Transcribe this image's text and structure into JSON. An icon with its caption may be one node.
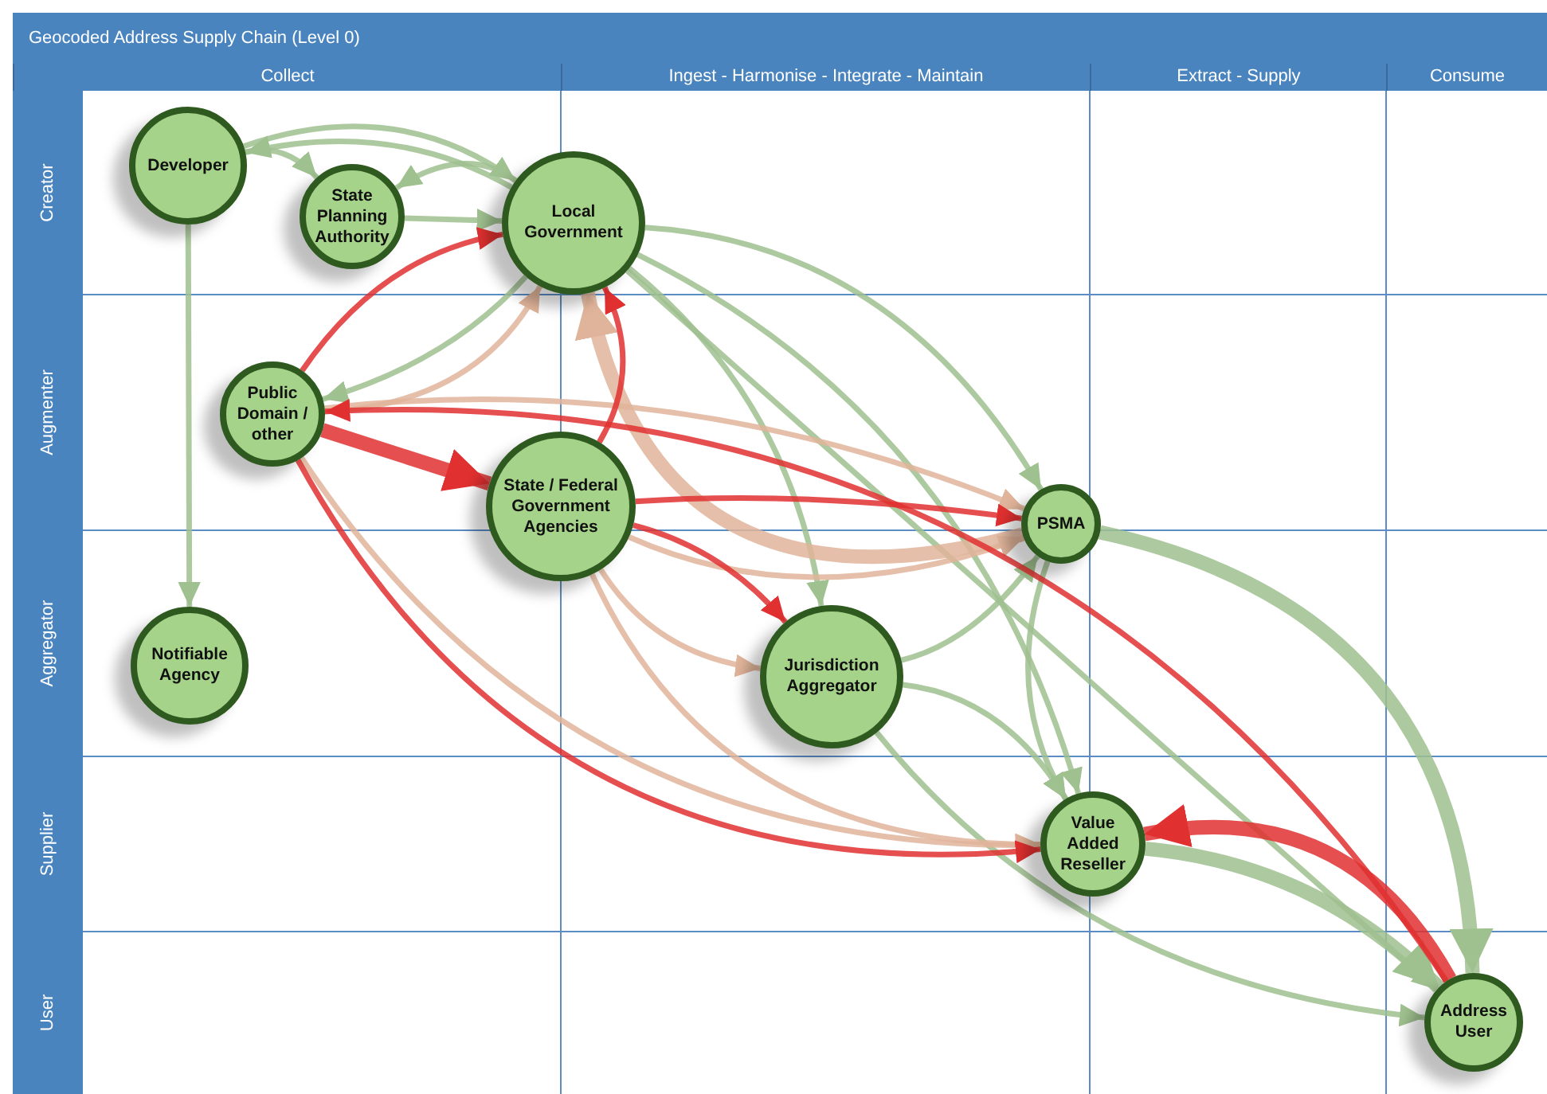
{
  "diagram": {
    "title": "Geocoded Address Supply Chain (Level 0)",
    "nodes": [
      {
        "text": [
          "Developer"
        ]
      },
      {
        "text": [
          "State Planning Authority"
        ]
      },
      {
        "text": [
          "Local Government"
        ]
      },
      {
        "text": [
          "Public Domain / other"
        ]
      },
      {
        "text": [
          "State / Federal Government Agencies"
        ]
      },
      {
        "text": [
          "PSMA"
        ]
      },
      {
        "text": [
          "Notifiable Agency"
        ]
      },
      {
        "text": [
          "Jurisdiction Aggregator"
        ]
      },
      {
        "text": [
          "Value Added Reseller"
        ]
      },
      {
        "text": [
          "Address User"
        ]
      }
    ],
    "edges": [
      {
        "from": 0,
        "to": 6,
        "arrow": "to"
      },
      {
        "from": 0,
        "to": 1,
        "arrow": "to"
      },
      {
        "from": 0,
        "to": 2,
        "arrow": "to"
      },
      {
        "from": 1,
        "to": 2,
        "arrow": "to"
      },
      {
        "from": 2,
        "to": 0,
        "arrow": "to"
      },
      {
        "from": 2,
        "to": 1,
        "arrow": "to"
      },
      {
        "from": 2,
        "to": 3,
        "arrow": "to"
      },
      {
        "from": 2,
        "to": 7,
        "arrow": "to"
      },
      {
        "from": 2,
        "to": 5,
        "arrow": "to"
      },
      {
        "from": 2,
        "to": 8,
        "arrow": "to"
      },
      {
        "from": 2,
        "to": 9,
        "arrow": "to"
      },
      {
        "from": 7,
        "to": 5,
        "arrow": "to"
      },
      {
        "from": 7,
        "to": 8,
        "arrow": "to"
      },
      {
        "from": 7,
        "to": 9,
        "arrow": "to"
      },
      {
        "from": 5,
        "to": 8,
        "arrow": "to"
      },
      {
        "from": 5,
        "to": 9,
        "arrow": "to",
        "style": "thick"
      },
      {
        "from": 8,
        "to": 9,
        "arrow": "to",
        "style": "thick"
      },
      {
        "from": 5,
        "to": 2,
        "arrow": "to",
        "style": "thick",
        "color": "#e0b49a"
      },
      {
        "from": 3,
        "to": 2,
        "arrow": "to",
        "color": "#e0b49a"
      },
      {
        "from": 3,
        "to": 5,
        "arrow": "to",
        "color": "#e0b49a"
      },
      {
        "from": 3,
        "to": 8,
        "arrow": "to",
        "color": "#e0b49a"
      },
      {
        "from": 4,
        "to": 5,
        "arrow": "to",
        "color": "#e0b49a"
      },
      {
        "from": 4,
        "to": 7,
        "arrow": "to",
        "color": "#e0b49a"
      },
      {
        "from": 4,
        "to": 8,
        "arrow": "to",
        "color": "#e0b49a"
      },
      {
        "from": 3,
        "to": 2,
        "arrow": "to",
        "color": "#e03030"
      },
      {
        "from": 3,
        "to": 4,
        "arrow": "to",
        "style": "thick",
        "color": "#e03030"
      },
      {
        "from": 4,
        "to": 2,
        "arrow": "to",
        "color": "#e03030"
      },
      {
        "from": 4,
        "to": 5,
        "arrow": "to",
        "color": "#e03030"
      },
      {
        "from": 4,
        "to": 7,
        "arrow": "to",
        "color": "#e03030"
      },
      {
        "from": 3,
        "to": 8,
        "arrow": "to",
        "color": "#e03030"
      },
      {
        "from": 9,
        "to": 3,
        "arrow": "to",
        "color": "#e03030"
      },
      {
        "from": 9,
        "to": 8,
        "arrow": "to",
        "style": "thick",
        "color": "#e03030"
      }
    ],
    "labels": [
      "Collect",
      "Ingest - Harmonise - Integrate - Maintain",
      "Extract - Supply",
      "Consume",
      "Creator",
      "Augmenter",
      "Aggregator",
      "Supplier",
      "User"
    ]
  }
}
